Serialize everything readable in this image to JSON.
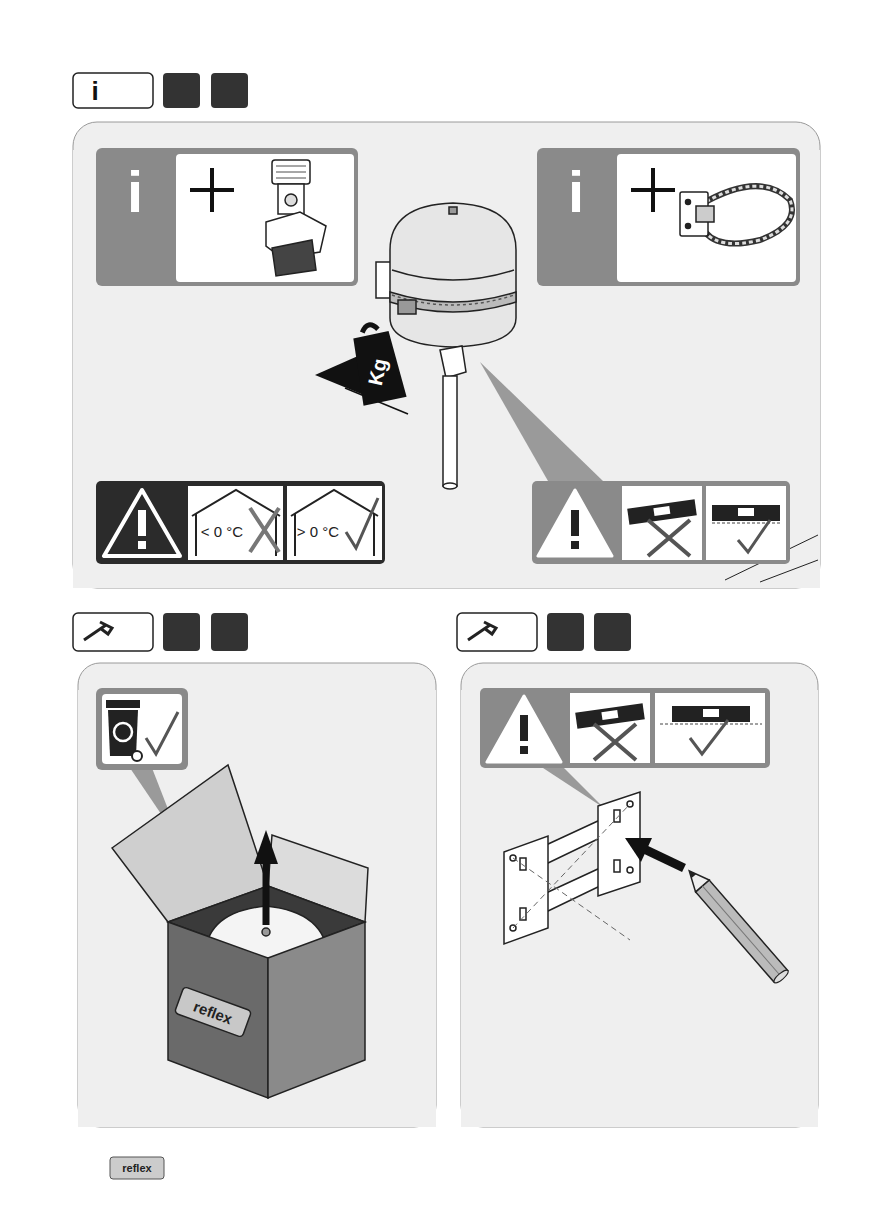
{
  "diagram": {
    "labels": [
      "i",
      "i",
      "i",
      "Kg",
      "< 0 °C",
      "> 0 °C",
      "reflex",
      "reflex"
    ]
  }
}
